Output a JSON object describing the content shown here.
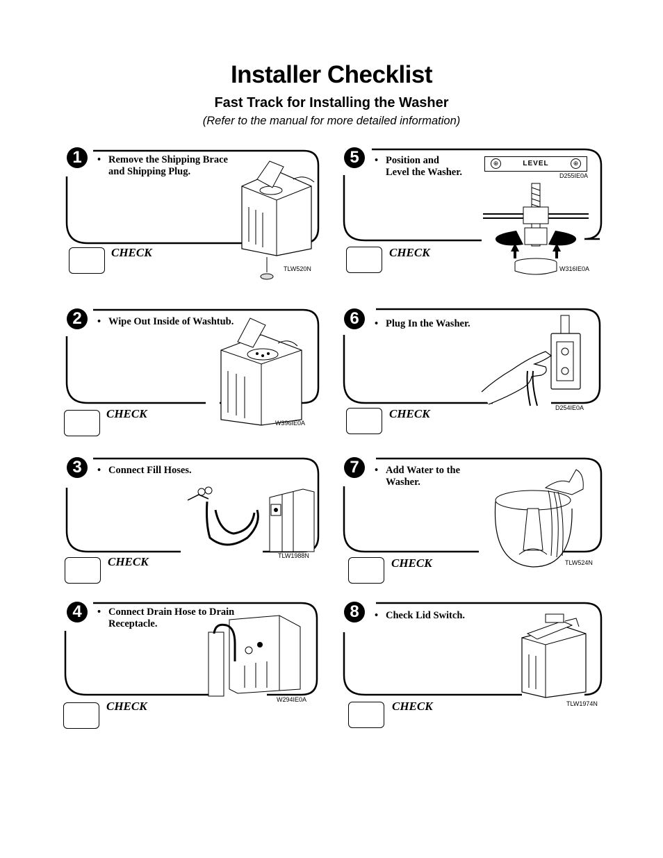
{
  "header": {
    "title": "Installer Checklist",
    "subtitle": "Fast Track for Installing the Washer",
    "note": "(Refer to the manual for more detailed information)"
  },
  "check_label": "CHECK",
  "bullet_glyph": "•",
  "steps": [
    {
      "number": "1",
      "text": "Remove the Shipping Brace and Shipping Plug.",
      "codes": [
        "TLW520N"
      ]
    },
    {
      "number": "2",
      "text": "Wipe Out Inside of Washtub.",
      "codes": [
        "W396IE0A"
      ]
    },
    {
      "number": "3",
      "text": "Connect Fill Hoses.",
      "codes": [
        "TLW1988N"
      ]
    },
    {
      "number": "4",
      "text": "Connect Drain Hose to Drain Receptacle.",
      "codes": [
        "W294IE0A"
      ]
    },
    {
      "number": "5",
      "text": "Position and Level the Washer.",
      "codes": [
        "D255IE0A",
        "W316IE0A"
      ],
      "level_label": "LEVEL"
    },
    {
      "number": "6",
      "text": "Plug In the Washer.",
      "codes": [
        "D254IE0A"
      ]
    },
    {
      "number": "7",
      "text": "Add Water to the Washer.",
      "codes": [
        "TLW524N"
      ]
    },
    {
      "number": "8",
      "text": "Check Lid Switch.",
      "codes": [
        "TLW1974N"
      ]
    }
  ]
}
